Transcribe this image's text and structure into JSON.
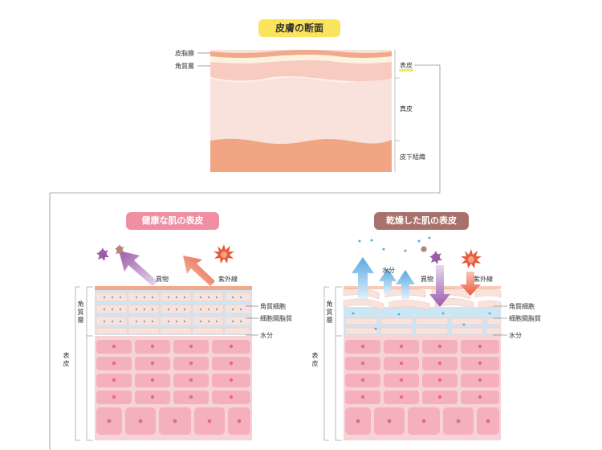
{
  "title": "皮膚の断面",
  "cross_section": {
    "labels_left": {
      "sebum_film": "皮脂膜",
      "stratum_corneum": "角質層"
    },
    "labels_right": {
      "epidermis": "表皮",
      "dermis": "真皮",
      "subcutaneous": "皮下組織"
    }
  },
  "healthy": {
    "title": "健康な肌の表皮",
    "foreign_matter": "異物",
    "uv": "紫外線",
    "keratinocyte": "角質細胞",
    "intercellular_lipid": "細胞間脂質",
    "water": "水分",
    "side_stratum": "角質層",
    "side_epidermis": "表皮"
  },
  "dry": {
    "title": "乾燥した肌の表皮",
    "water": "水分",
    "foreign_matter": "異物",
    "uv": "紫外線",
    "keratinocyte": "角質細胞",
    "intercellular_lipid": "細胞間脂質",
    "water_bottom": "水分",
    "side_stratum": "角質層",
    "side_epidermis": "表皮"
  },
  "colors": {
    "title_bg": "#f9e45c",
    "healthy_title_bg": "#ef8fa1",
    "dry_title_bg": "#a8716c",
    "skin_top": "#f2a98a",
    "skin_light": "#f9e2dc",
    "subcutaneous": "#f1a583",
    "cell_fill": "#f4b1bd",
    "cell_bg": "#f7d3d8",
    "nucleus": "#e46b86",
    "blue_layer": "#cde6f4",
    "uv_red": "#e85b3a",
    "purple": "#9b5cab",
    "water_blue": "#5aa8e0"
  }
}
